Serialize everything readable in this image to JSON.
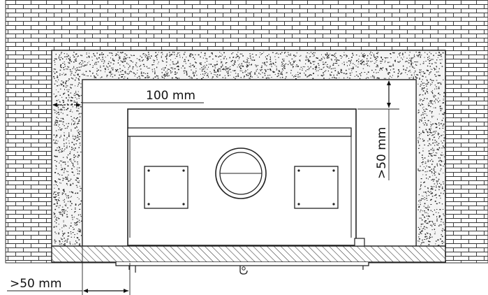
{
  "diagram": {
    "labels": {
      "side_clearance": "100 mm",
      "top_clearance": ">50 mm",
      "bottom_clearance": ">50 mm"
    },
    "colors": {
      "line": "#222222",
      "brick_mortar": "#333333",
      "insulation_fill": "#f4f4f4",
      "speckle": "#222222",
      "background": "#ffffff"
    },
    "components": {
      "wall": "brick-wall",
      "insulation": "insulation-lining",
      "floor": "hatched-floor-slab",
      "insert": "fireplace-insert",
      "flue": "flue-outlet",
      "vents": "vent-panels"
    }
  }
}
